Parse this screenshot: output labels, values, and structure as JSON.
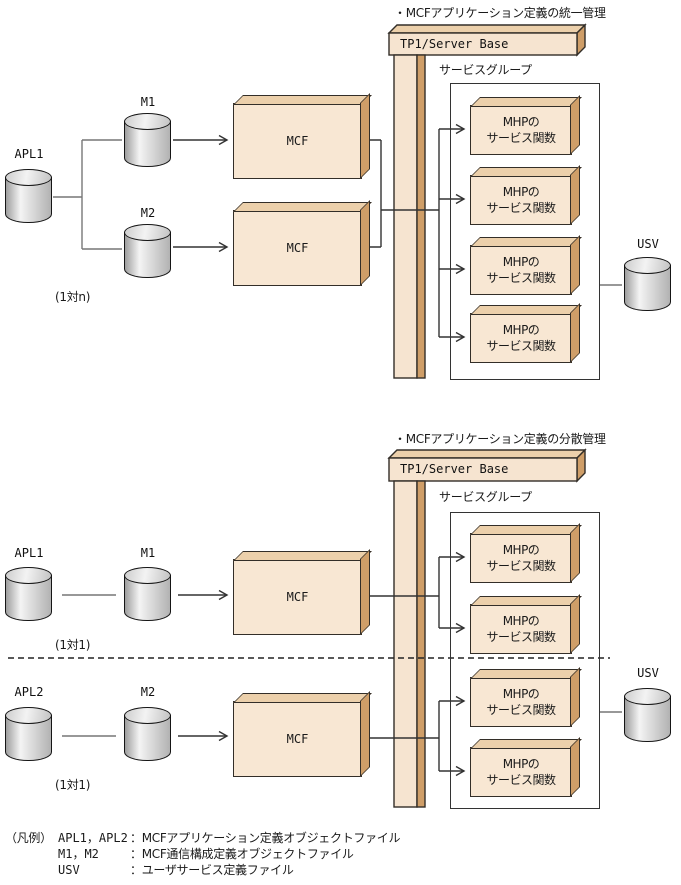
{
  "shared": {
    "tp1_label": "TP1/Server Base",
    "service_group_label": "サービスグループ",
    "mcf_label": "MCF",
    "mhp_line1": "MHPの",
    "mhp_line2": "サービス関数",
    "usv_label": "USV"
  },
  "diagram_top": {
    "title": "・MCFアプリケーション定義の統一管理",
    "apl1_label": "APL1",
    "m1_label": "M1",
    "m2_label": "M2",
    "ratio_label": "(1対n)"
  },
  "diagram_bottom": {
    "title": "・MCFアプリケーション定義の分散管理",
    "apl1_label": "APL1",
    "apl2_label": "APL2",
    "m1_label": "M1",
    "m2_label": "M2",
    "ratio_label_1": "(1対1)",
    "ratio_label_2": "(1対1)"
  },
  "legend": {
    "prefix": "（凡例）",
    "rows": [
      {
        "term": "APL1，APL2",
        "desc": "：MCFアプリケーション定義オブジェクトファイル"
      },
      {
        "term": "M1，M2",
        "desc": "：MCF通信構成定義オブジェクトファイル"
      },
      {
        "term": "USV",
        "desc": "：ユーザサービス定義ファイル"
      }
    ]
  },
  "colors": {
    "box_front": "#f8e7d3",
    "box_top": "#ecd0ab",
    "box_side": "#cf9e68",
    "outline": "#332e28",
    "line": "#333333",
    "gray_line": "#777777"
  }
}
